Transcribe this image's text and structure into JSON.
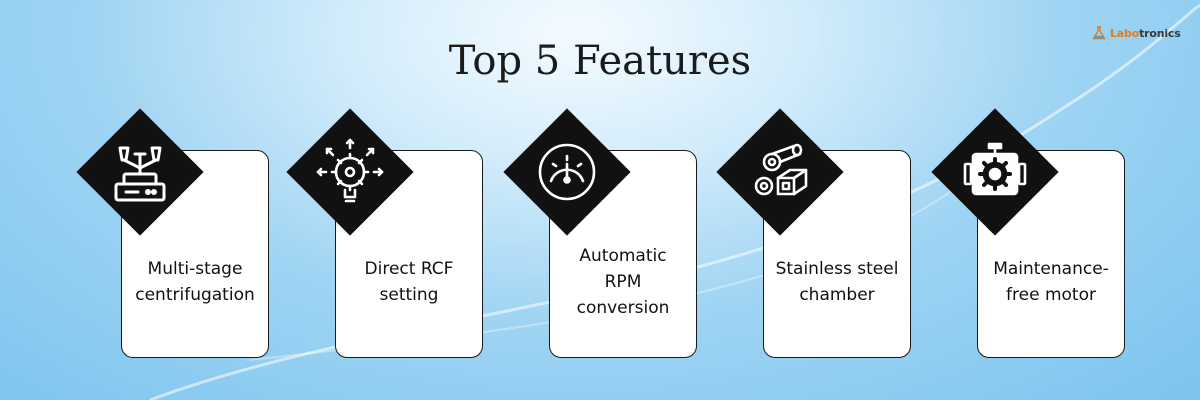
{
  "page": {
    "title": "Top 5 Features",
    "brand": {
      "prefix": "Labo",
      "suffix": "tronics",
      "icon": "flask-icon"
    }
  },
  "colors": {
    "accent": "#e37c1e",
    "card_border": "#1a1a1a",
    "diamond": "#111111"
  },
  "features": [
    {
      "label": "Multi-stage centrifugation",
      "icon": "centrifuge-icon"
    },
    {
      "label": "Direct RCF setting",
      "icon": "gear-idea-icon"
    },
    {
      "label": "Automatic RPM conversion",
      "icon": "speedometer-icon"
    },
    {
      "label": "Stainless steel chamber",
      "icon": "steel-materials-icon"
    },
    {
      "label": "Maintenance-free motor",
      "icon": "motor-icon"
    }
  ]
}
